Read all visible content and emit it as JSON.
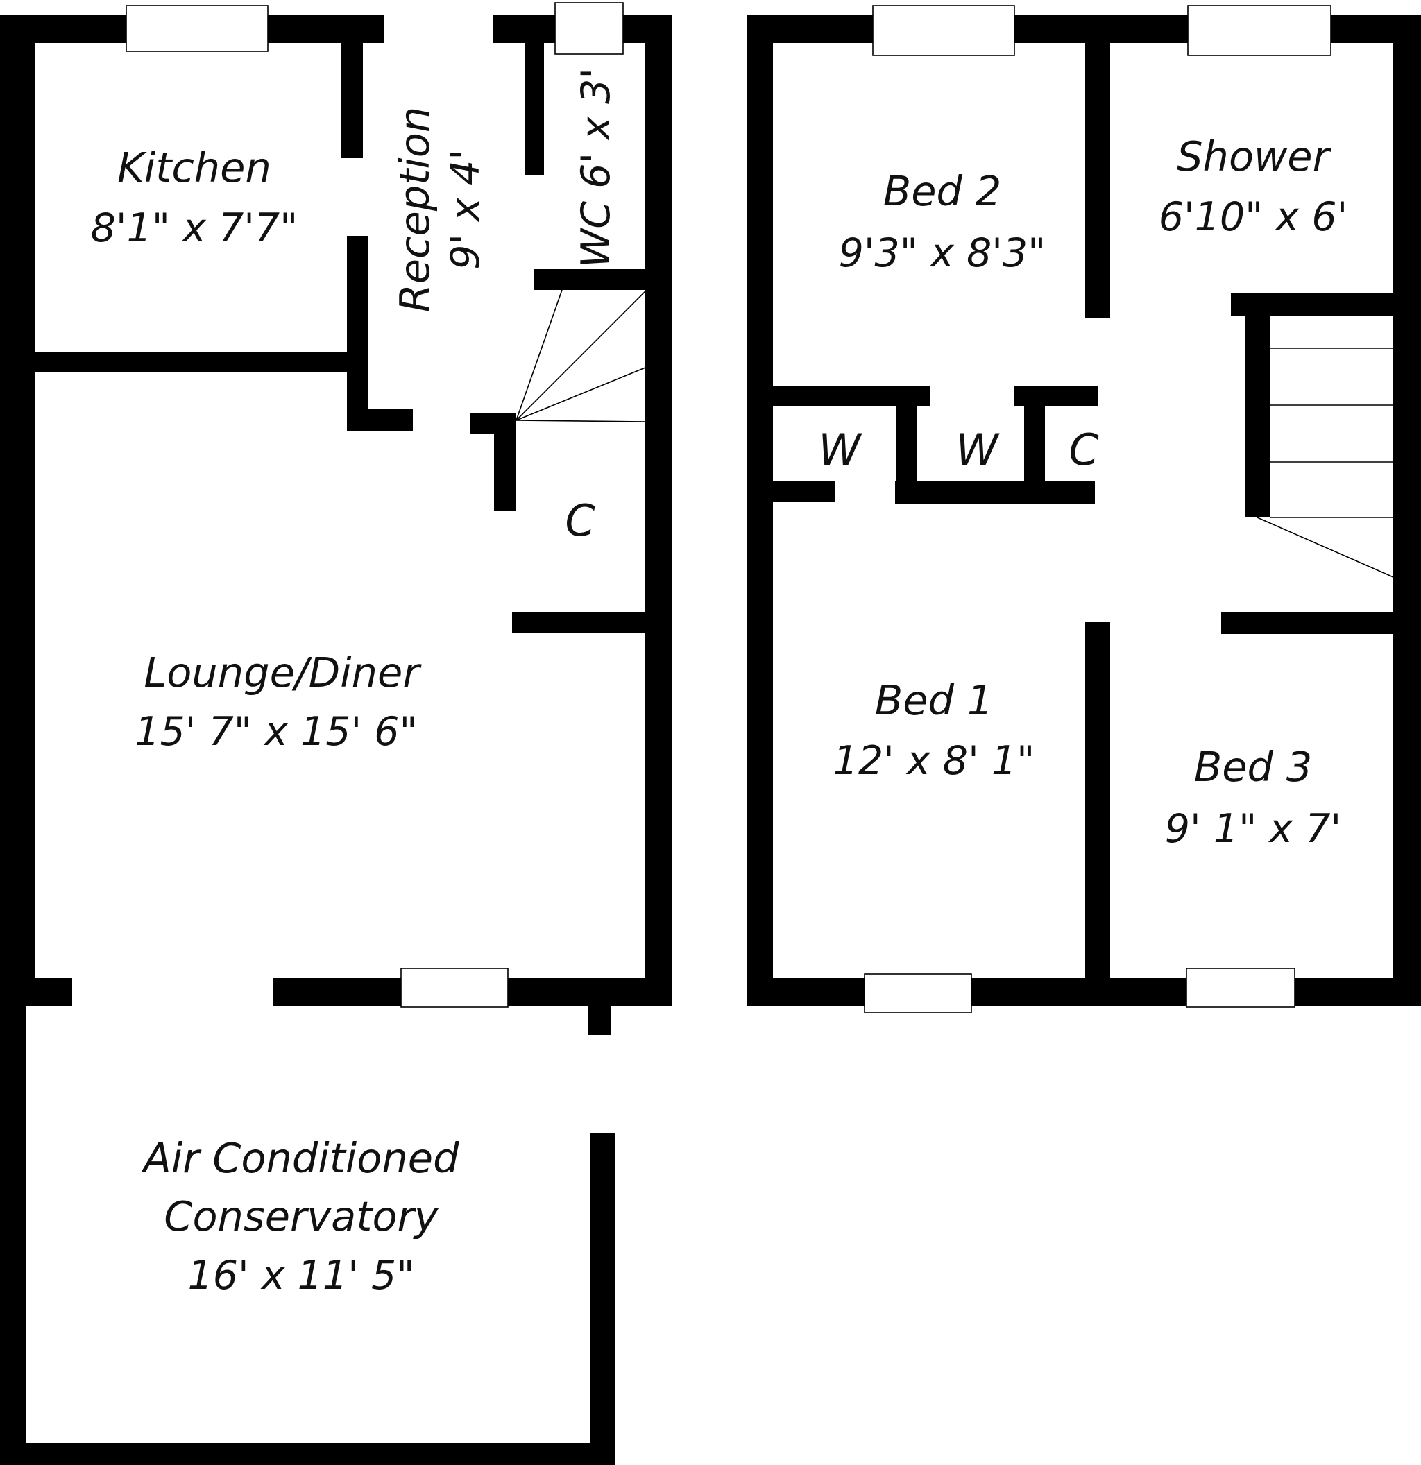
{
  "colors": {
    "wall": "#000000",
    "background": "#ffffff",
    "text": "#111111"
  },
  "ground_floor": {
    "kitchen": {
      "name": "Kitchen",
      "size": "8'1\" x 7'7\""
    },
    "reception": {
      "name": "Reception",
      "size": "9' x 4'"
    },
    "wc": {
      "label": "WC 6' x 3'"
    },
    "lounge": {
      "name": "Lounge/Diner",
      "size": "15' 7\" x 15' 6\""
    },
    "cupboard": {
      "label": "C"
    },
    "conservatory": {
      "line1": "Air Conditioned",
      "line2": "Conservatory",
      "size": "16' x 11' 5\""
    }
  },
  "first_floor": {
    "bed2": {
      "name": "Bed 2",
      "size": "9'3\" x 8'3\""
    },
    "shower": {
      "name": "Shower",
      "size": "6'10\" x 6'"
    },
    "wardrobe1": {
      "label": "W"
    },
    "wardrobe2": {
      "label": "W"
    },
    "cupboard": {
      "label": "C"
    },
    "bed1": {
      "name": "Bed 1",
      "size": "12' x 8' 1\""
    },
    "bed3": {
      "name": "Bed 3",
      "size": "9' 1\" x 7'"
    }
  }
}
